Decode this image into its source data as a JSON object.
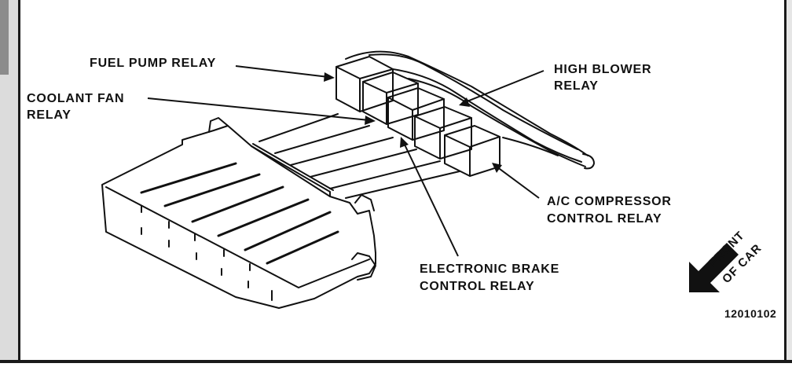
{
  "labels": {
    "fuel_pump_relay": "FUEL PUMP RELAY",
    "coolant_fan_relay_line1": "COOLANT FAN",
    "coolant_fan_relay_line2": "RELAY",
    "high_blower_relay_line1": "HIGH BLOWER",
    "high_blower_relay_line2": "RELAY",
    "ac_compressor_relay_line1": "A/C COMPRESSOR",
    "ac_compressor_relay_line2": "CONTROL RELAY",
    "electronic_brake_relay_line1": "ELECTRONIC BRAKE",
    "electronic_brake_relay_line2": "CONTROL RELAY",
    "front_of_car_line1": "FRONT",
    "front_of_car_line2": "OF CAR"
  },
  "figure_number": "12010102",
  "colors": {
    "ink": "#111111",
    "paper": "#ffffff",
    "frame": "#1a1a1a"
  },
  "icons": {
    "front_arrow": "arrow-down-left-icon"
  }
}
